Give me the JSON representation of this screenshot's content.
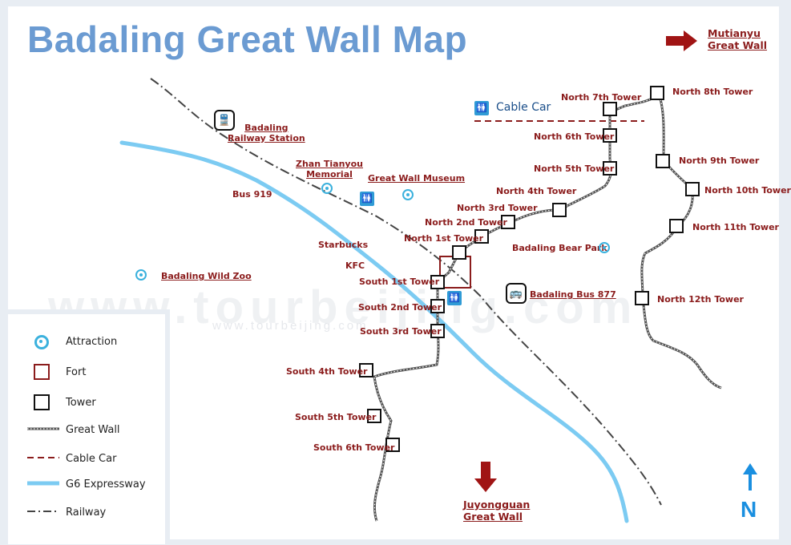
{
  "title": "Badaling Great Wall Map",
  "watermark": "www.tourbeijing.com",
  "watermark_small": "www.tourbeijing.com",
  "places": {
    "mutianyu": "Mutianyu\nGreat Wall",
    "juyongguan": "Juyongguan\nGreat Wall",
    "railway_station": "Badaling\nRailway Station",
    "zhan_tianyou": "Zhan Tianyou\nMemorial",
    "museum": "Great Wall Museum",
    "bus919": "Bus 919",
    "wild_zoo": "Badaling Wild Zoo",
    "starbucks": "Starbucks",
    "kfc": "KFC",
    "bear_park": "Badaling Bear Park",
    "bus877": "Badaling Bus 877",
    "cable_car": "Cable Car"
  },
  "towers": {
    "n1": "North 1st Tower",
    "n2": "North 2nd Tower",
    "n3": "North 3rd Tower",
    "n4": "North 4th Tower",
    "n5": "North 5th Tower",
    "n6": "North 6th Tower",
    "n7": "North 7th Tower",
    "n8": "North 8th Tower",
    "n9": "North 9th Tower",
    "n10": "North 10th Tower",
    "n11": "North 11th Tower",
    "n12": "North 12th Tower",
    "s1": "South 1st Tower",
    "s2": "South 2nd Tower",
    "s3": "South 3rd Tower",
    "s4": "South 4th Tower",
    "s5": "South 5th Tower",
    "s6": "South 6th Tower"
  },
  "legend": {
    "attraction": "Attraction",
    "fort": "Fort",
    "tower": "Tower",
    "great_wall": "Great Wall",
    "cable_car": "Cable Car",
    "expressway": "G6 Expressway",
    "railway": "Railway"
  },
  "compass": "N",
  "colors": {
    "title": "#6b9bd2",
    "label": "#8b1c1c",
    "expressway": "#7ccbf2",
    "attraction": "#3bb1dd",
    "fort": "#8b1c1c",
    "north_arrow": "#1a8fe0"
  }
}
